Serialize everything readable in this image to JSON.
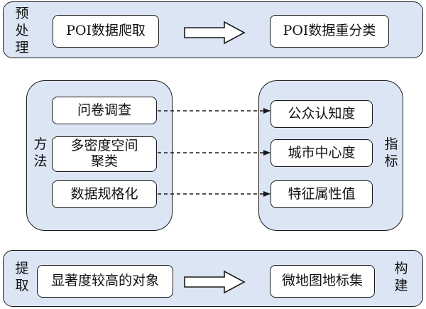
{
  "top": {
    "label": "预\n处\n理",
    "box_left": "POI数据爬取",
    "box_right": "POI数据重分类"
  },
  "middle": {
    "left_label": "方\n法",
    "right_label": "指\n标",
    "methods": [
      "问卷调查",
      "多密度空间\n聚类",
      "数据规格化"
    ],
    "indicators": [
      "公众认知度",
      "城市中心度",
      "特征属性值"
    ]
  },
  "bottom": {
    "left_label": "提\n取",
    "right_label": "构\n建",
    "box_left": "显著度较高的对象",
    "box_right": "微地图地标集"
  },
  "colors": {
    "panel": "#dbe5f3",
    "border": "#1a1a1a"
  }
}
